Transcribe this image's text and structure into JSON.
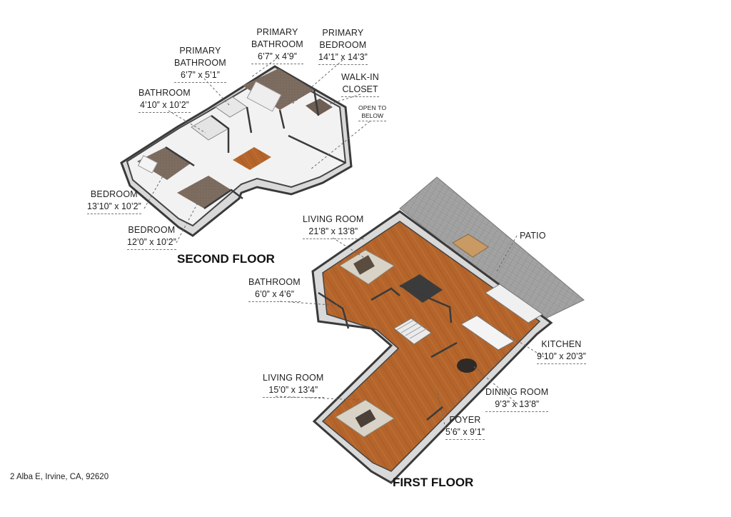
{
  "address": "2 Alba E, Irvine, CA, 92620",
  "floors": {
    "second": "SECOND FLOOR",
    "first": "FIRST FLOOR"
  },
  "rooms": {
    "primary_bath_2": {
      "name1": "PRIMARY",
      "name2": "BATHROOM",
      "dims": "6’7” x 4’9”"
    },
    "primary_bedroom": {
      "name1": "PRIMARY",
      "name2": "BEDROOM",
      "dims": "14’1” x 14’3”"
    },
    "primary_bath_1": {
      "name1": "PRIMARY",
      "name2": "BATHROOM",
      "dims": "6’7” x 5’1”"
    },
    "walk_in_closet": {
      "name1": "WALK-IN",
      "name2": "CLOSET"
    },
    "bathroom_2": {
      "name1": "BATHROOM",
      "dims": "4’10” x 10’2”"
    },
    "open_to_below": {
      "name1": "OPEN TO",
      "name2": "BELOW"
    },
    "bedroom_a": {
      "name1": "BEDROOM",
      "dims": "13’10” x 10’2”"
    },
    "bedroom_b": {
      "name1": "BEDROOM",
      "dims": "12’0” x 10’2”"
    },
    "living_room_upper": {
      "name1": "LIVING ROOM",
      "dims": "21’8” x 13’8”"
    },
    "patio": {
      "name1": "PATIO"
    },
    "bathroom_1": {
      "name1": "BATHROOM",
      "dims": "6’0” x 4’6”"
    },
    "kitchen": {
      "name1": "KITCHEN",
      "dims": "9’10” x 20’3”"
    },
    "living_room_lower": {
      "name1": "LIVING ROOM",
      "dims": "15’0” x 13’4”"
    },
    "dining_room": {
      "name1": "DINING ROOM",
      "dims": "9’3” x 13’8”"
    },
    "foyer": {
      "name1": "FOYER",
      "dims": "5’6” x 9’1”"
    }
  },
  "colors": {
    "wood_floor": "#b5652b",
    "carpet": "#7a6a5e",
    "patio_pavers": "#9c9c9c",
    "wall_top": "#3a3a3a",
    "wall_face": "#e6e6e6",
    "label_text": "#222222"
  }
}
